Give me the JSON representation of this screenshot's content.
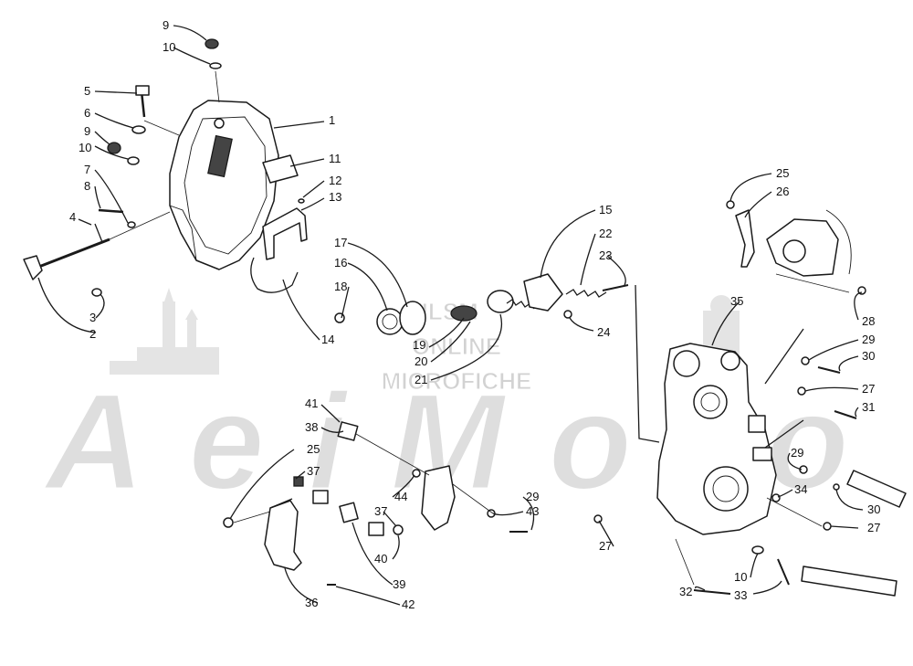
{
  "watermark": {
    "logo_text": "AeiMoto",
    "lines": [
      "HLSM",
      "ONLINE",
      "MICROFICHE"
    ]
  },
  "callouts": [
    {
      "id": "c9a",
      "label": "9"
    },
    {
      "id": "c10a",
      "label": "10"
    },
    {
      "id": "c5",
      "label": "5"
    },
    {
      "id": "c6",
      "label": "6"
    },
    {
      "id": "c9b",
      "label": "9"
    },
    {
      "id": "c10b",
      "label": "10"
    },
    {
      "id": "c7",
      "label": "7"
    },
    {
      "id": "c8",
      "label": "8"
    },
    {
      "id": "c4",
      "label": "4"
    },
    {
      "id": "c3",
      "label": "3"
    },
    {
      "id": "c2",
      "label": "2"
    },
    {
      "id": "c1",
      "label": "1"
    },
    {
      "id": "c11",
      "label": "11"
    },
    {
      "id": "c12",
      "label": "12"
    },
    {
      "id": "c13",
      "label": "13"
    },
    {
      "id": "c14",
      "label": "14"
    },
    {
      "id": "c17",
      "label": "17"
    },
    {
      "id": "c16",
      "label": "16"
    },
    {
      "id": "c18",
      "label": "18"
    },
    {
      "id": "c19",
      "label": "19"
    },
    {
      "id": "c20",
      "label": "20"
    },
    {
      "id": "c21",
      "label": "21"
    },
    {
      "id": "c15",
      "label": "15"
    },
    {
      "id": "c22",
      "label": "22"
    },
    {
      "id": "c23",
      "label": "23"
    },
    {
      "id": "c24",
      "label": "24"
    },
    {
      "id": "c25a",
      "label": "25"
    },
    {
      "id": "c26",
      "label": "26"
    },
    {
      "id": "c28",
      "label": "28"
    },
    {
      "id": "c35",
      "label": "35"
    },
    {
      "id": "c29a",
      "label": "29"
    },
    {
      "id": "c30a",
      "label": "30"
    },
    {
      "id": "c27a",
      "label": "27"
    },
    {
      "id": "c31",
      "label": "31"
    },
    {
      "id": "c29b",
      "label": "29"
    },
    {
      "id": "c34",
      "label": "34"
    },
    {
      "id": "c30b",
      "label": "30"
    },
    {
      "id": "c27b",
      "label": "27"
    },
    {
      "id": "c27c",
      "label": "27"
    },
    {
      "id": "c10c",
      "label": "10"
    },
    {
      "id": "c32",
      "label": "32"
    },
    {
      "id": "c33",
      "label": "33"
    },
    {
      "id": "c41",
      "label": "41"
    },
    {
      "id": "c38",
      "label": "38"
    },
    {
      "id": "c25b",
      "label": "25"
    },
    {
      "id": "c37a",
      "label": "37"
    },
    {
      "id": "c44",
      "label": "44"
    },
    {
      "id": "c29c",
      "label": "29"
    },
    {
      "id": "c43",
      "label": "43"
    },
    {
      "id": "c37b",
      "label": "37"
    },
    {
      "id": "c40",
      "label": "40"
    },
    {
      "id": "c39",
      "label": "39"
    },
    {
      "id": "c36",
      "label": "36"
    },
    {
      "id": "c42",
      "label": "42"
    }
  ]
}
